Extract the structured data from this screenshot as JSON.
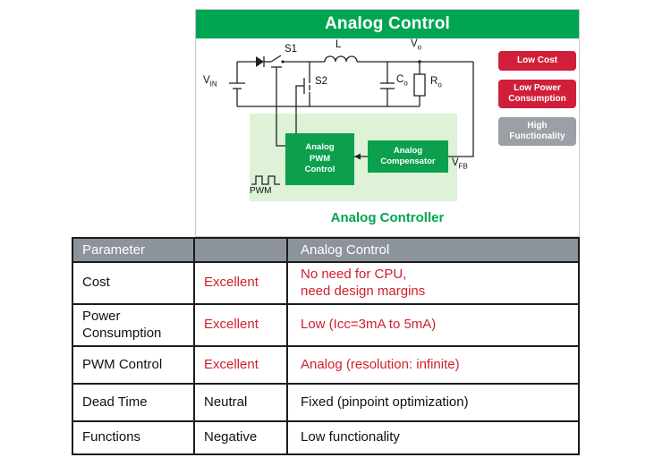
{
  "panel": {
    "title": "Analog Control",
    "caption": "Analog Controller",
    "badges": [
      {
        "label": "Low Cost"
      },
      {
        "label": "Low Power\nConsumption"
      },
      {
        "label": "High\nFunctionality"
      }
    ],
    "circuit": {
      "blocks": {
        "pwm_control": "Analog\nPWM\nControl",
        "compensator": "Analog\nCompensator"
      },
      "labels": {
        "s1": "S1",
        "s2": "S2",
        "inductor": "L",
        "pwm": "PWM",
        "vin": {
          "base": "V",
          "sub": "IN"
        },
        "vout": {
          "base": "V",
          "sub": "o"
        },
        "cout": {
          "base": "C",
          "sub": "o"
        },
        "rout": {
          "base": "R",
          "sub": "o"
        },
        "vfb": {
          "base": "V",
          "sub": "FB"
        }
      }
    }
  },
  "colors": {
    "header_green": "#00a551",
    "block_green": "#0ca04e",
    "light_green": "#ddf2d6",
    "badge_red": "#cf1f3a",
    "badge_gray": "#9aa0a5",
    "table_header_gray": "#8d939a",
    "text_red": "#d0202c"
  },
  "table": {
    "header": [
      "Parameter",
      "",
      "Analog Control"
    ],
    "rows": [
      {
        "param": "Cost",
        "rating": "Excellent",
        "detail": "No need for CPU,\nneed design margins",
        "highlight": true
      },
      {
        "param": "Power\nConsumption",
        "rating": "Excellent",
        "detail": "Low (Icc=3mA to 5mA)",
        "highlight": true
      },
      {
        "param": "PWM Control",
        "rating": "Excellent",
        "detail": "Analog (resolution: infinite)",
        "highlight": true
      },
      {
        "param": "Dead Time",
        "rating": "Neutral",
        "detail": "Fixed (pinpoint optimization)",
        "highlight": false
      },
      {
        "param": "Functions",
        "rating": "Negative",
        "detail": "Low functionality",
        "highlight": false
      }
    ]
  }
}
